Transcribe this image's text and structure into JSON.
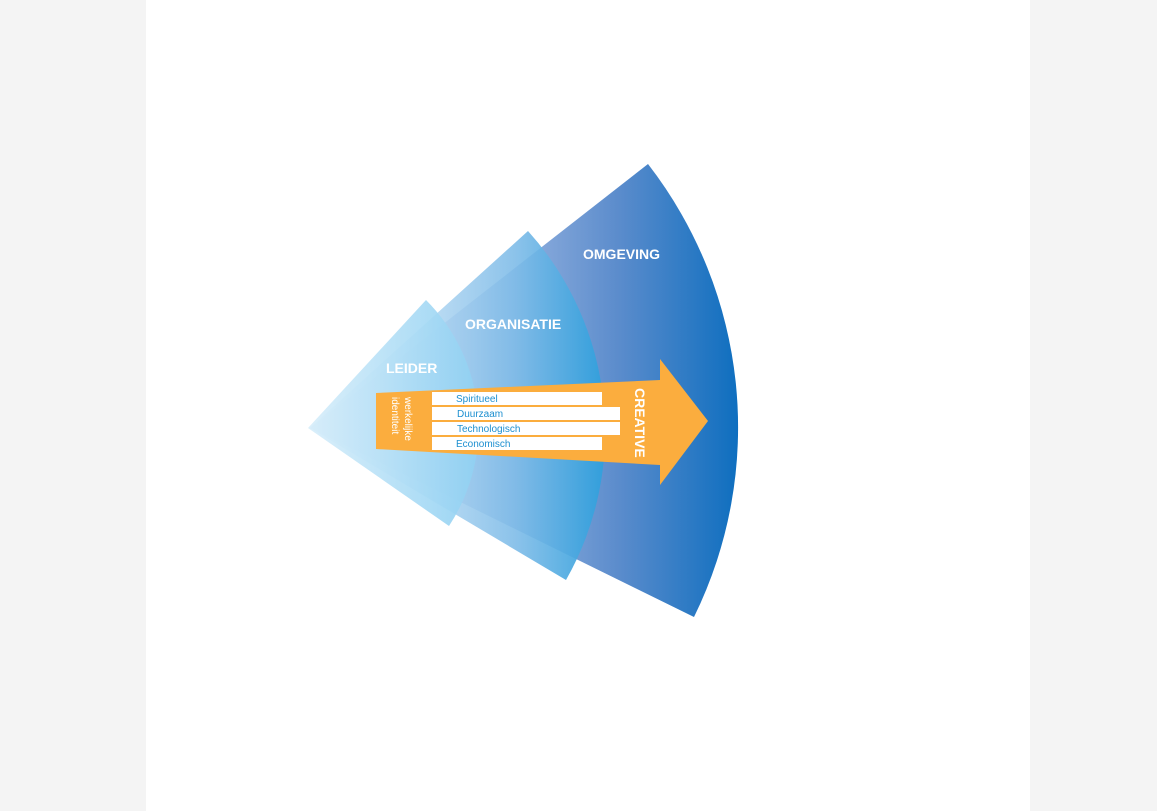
{
  "diagram": {
    "sectors": {
      "omgeving": {
        "label": "OMGEVING"
      },
      "organisatie": {
        "label": "ORGANISATIE"
      },
      "leider": {
        "label": "LEIDER"
      }
    },
    "arrow": {
      "label": "CREATIVE",
      "side_line1": "werkelijke",
      "side_line2": "identiteit",
      "rows": [
        "Spiritueel",
        "Duurzaam",
        "Technologisch",
        "Economisch"
      ]
    },
    "colors": {
      "omgeving_dark": "#0d6ebf",
      "omgeving_light": "#7b9fd6",
      "organisatie": "#3aa4dd",
      "leider": "#a9d9f3",
      "arrow": "#fbad3e",
      "row_text": "#1c8fd0"
    }
  }
}
